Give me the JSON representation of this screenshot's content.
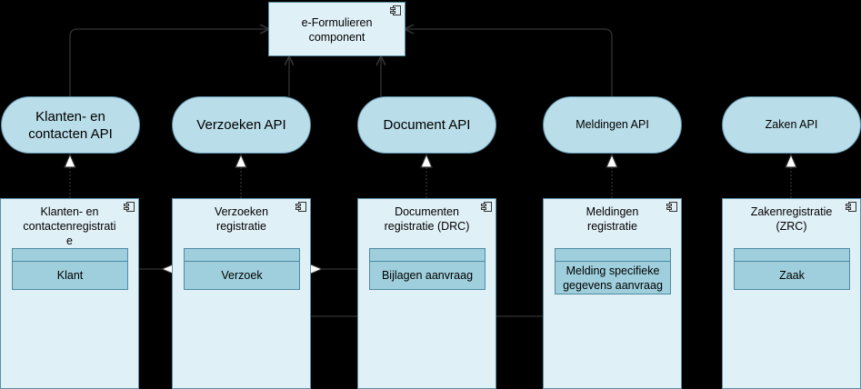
{
  "top_component": {
    "label": "e-Formulieren\ncomponent"
  },
  "apis": [
    {
      "label": "Klanten- en\ncontacten API"
    },
    {
      "label": "Verzoeken API"
    },
    {
      "label": "Document API"
    },
    {
      "label": "Meldingen API"
    },
    {
      "label": "Zaken API"
    }
  ],
  "registrations": [
    {
      "label": "Klanten- en\ncontactenregistrati\ne",
      "entity": "Klant"
    },
    {
      "label": "Verzoeken\nregistratie",
      "entity": "Verzoek"
    },
    {
      "label": "Documenten\nregistratie (DRC)",
      "entity": "Bijlagen aanvraag"
    },
    {
      "label": "Meldingen\nregistratie",
      "entity": "Melding specifieke\ngegevens aanvraag"
    },
    {
      "label": "Zakenregistratie\n(ZRC)",
      "entity": "Zaak"
    }
  ],
  "colors": {
    "background": "#000000",
    "component_fill": "#e0f0f7",
    "api_fill": "#b9dde9",
    "entity_fill": "#9fcfdc",
    "line": "#333333"
  },
  "icons": [
    "component-icon",
    "open-triangle-arrow-icon",
    "hollow-diamond-icon"
  ]
}
